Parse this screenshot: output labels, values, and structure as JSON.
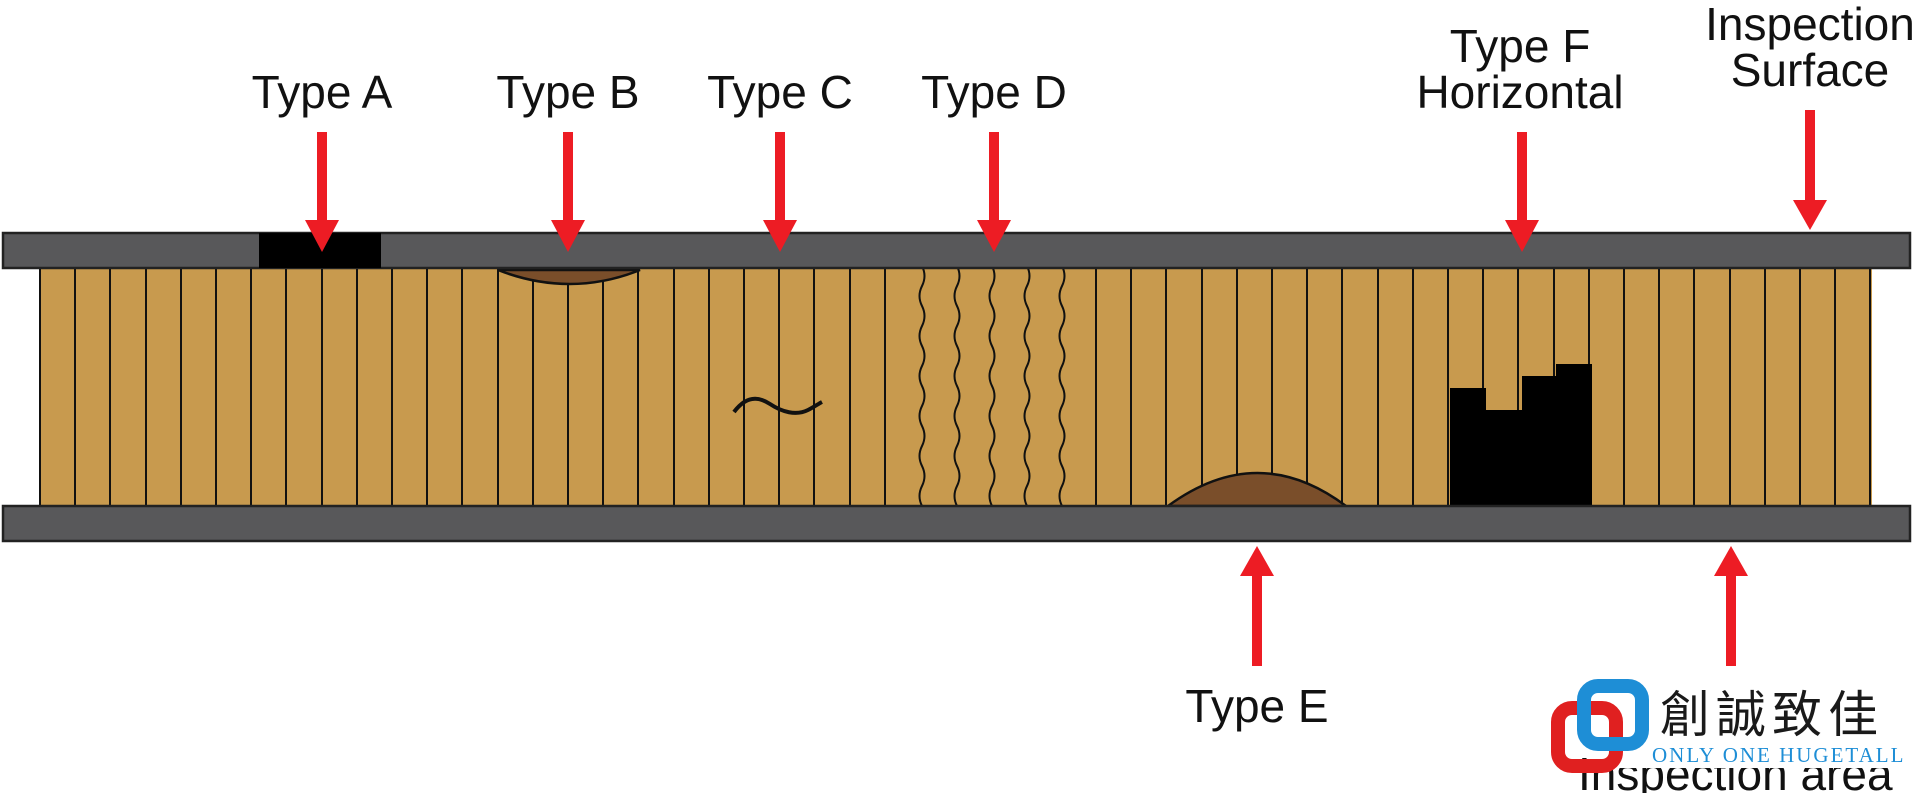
{
  "labels": {
    "type_a": "Type A",
    "type_b": "Type B",
    "type_c": "Type C",
    "type_d": "Type D",
    "type_e": "Type E",
    "type_f_line1": "Type F",
    "type_f_line2": "Horizontal",
    "inspection_line1": "Inspection",
    "inspection_line2": "Surface"
  },
  "logo": {
    "chinese": "創誠致佳",
    "english": "ONLY ONE HUGETALL"
  },
  "partial_text": "Inspection area",
  "colors": {
    "skin": "#58585a",
    "core": "#c89a4e",
    "defect_dark": "#000000",
    "disbond": "#7a4e2a",
    "arrow": "#ed1c24",
    "logo_red": "#e02020",
    "logo_blue": "#1e8ed6"
  }
}
